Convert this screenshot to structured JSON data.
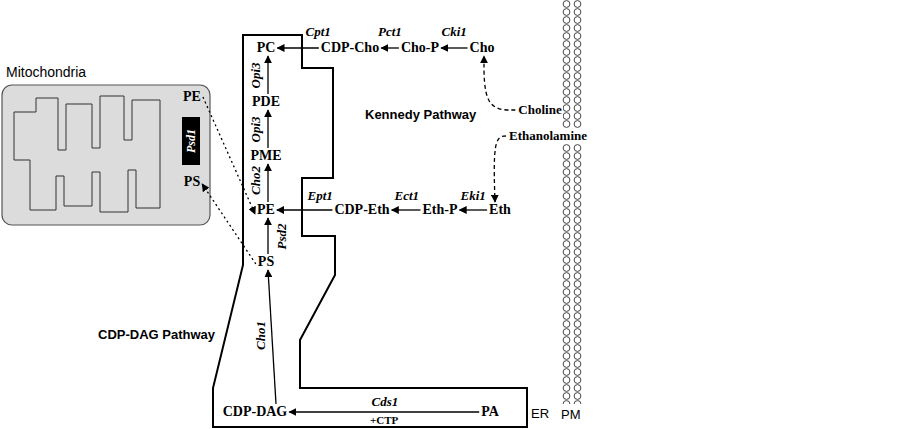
{
  "diagram": {
    "nodes": [
      {
        "text": [
          "Mitochondria"
        ]
      },
      {
        "text": [
          "PE"
        ],
        "in": 0
      },
      {
        "text": [
          "Psd1"
        ],
        "in": 0
      },
      {
        "text": [
          "PS"
        ],
        "in": 0
      },
      {
        "text": [
          "ER"
        ]
      },
      {
        "text": [
          "PC"
        ],
        "in": 4
      },
      {
        "text": [
          "PDE"
        ],
        "in": 4
      },
      {
        "text": [
          "PME"
        ],
        "in": 4
      },
      {
        "text": [
          "PE"
        ],
        "in": 4
      },
      {
        "text": [
          "PS"
        ],
        "in": 4
      },
      {
        "text": [
          "CDP-DAG"
        ],
        "in": 4
      },
      {
        "text": [
          "PA"
        ],
        "in": 4
      },
      {
        "text": [
          "CDP-Cho"
        ]
      },
      {
        "text": [
          "Cho-P"
        ]
      },
      {
        "text": [
          "Cho"
        ]
      },
      {
        "text": [
          "Choline"
        ]
      },
      {
        "text": [
          "Ethanolamine"
        ]
      },
      {
        "text": [
          "CDP-Eth"
        ]
      },
      {
        "text": [
          "Eth-P"
        ]
      },
      {
        "text": [
          "Eth"
        ]
      }
    ],
    "edges": [
      {
        "from": 14,
        "to": 13,
        "label": "Cki1",
        "arrow": "to"
      },
      {
        "from": 13,
        "to": 12,
        "label": "Pct1",
        "arrow": "to"
      },
      {
        "from": 12,
        "to": 5,
        "label": "Cpt1",
        "arrow": "to"
      },
      {
        "from": 6,
        "to": 5,
        "label": "Opi3",
        "arrow": "to"
      },
      {
        "from": 7,
        "to": 6,
        "label": "Opi3",
        "arrow": "to"
      },
      {
        "from": 8,
        "to": 7,
        "label": "Cho2",
        "arrow": "to"
      },
      {
        "from": 9,
        "to": 8,
        "label": "Psd2",
        "arrow": "to"
      },
      {
        "from": 19,
        "to": 18,
        "label": "Eki1",
        "arrow": "to"
      },
      {
        "from": 18,
        "to": 17,
        "label": "Ect1",
        "arrow": "to"
      },
      {
        "from": 17,
        "to": 8,
        "label": "Ept1",
        "arrow": "to"
      },
      {
        "from": 11,
        "to": 10,
        "label": "Cds1",
        "arrow": "to"
      },
      {
        "from": 10,
        "to": 9,
        "label": "Cho1",
        "arrow": "to"
      },
      {
        "from": 1,
        "to": 8,
        "arrow": "to"
      },
      {
        "from": 9,
        "to": 3,
        "arrow": "to"
      },
      {
        "from": 15,
        "to": 14,
        "arrow": "to"
      },
      {
        "from": 16,
        "to": 19,
        "arrow": "to"
      }
    ],
    "labels": [
      "Kennedy Pathway",
      "CDP-DAG Pathway",
      "+CTP",
      "PM"
    ]
  }
}
